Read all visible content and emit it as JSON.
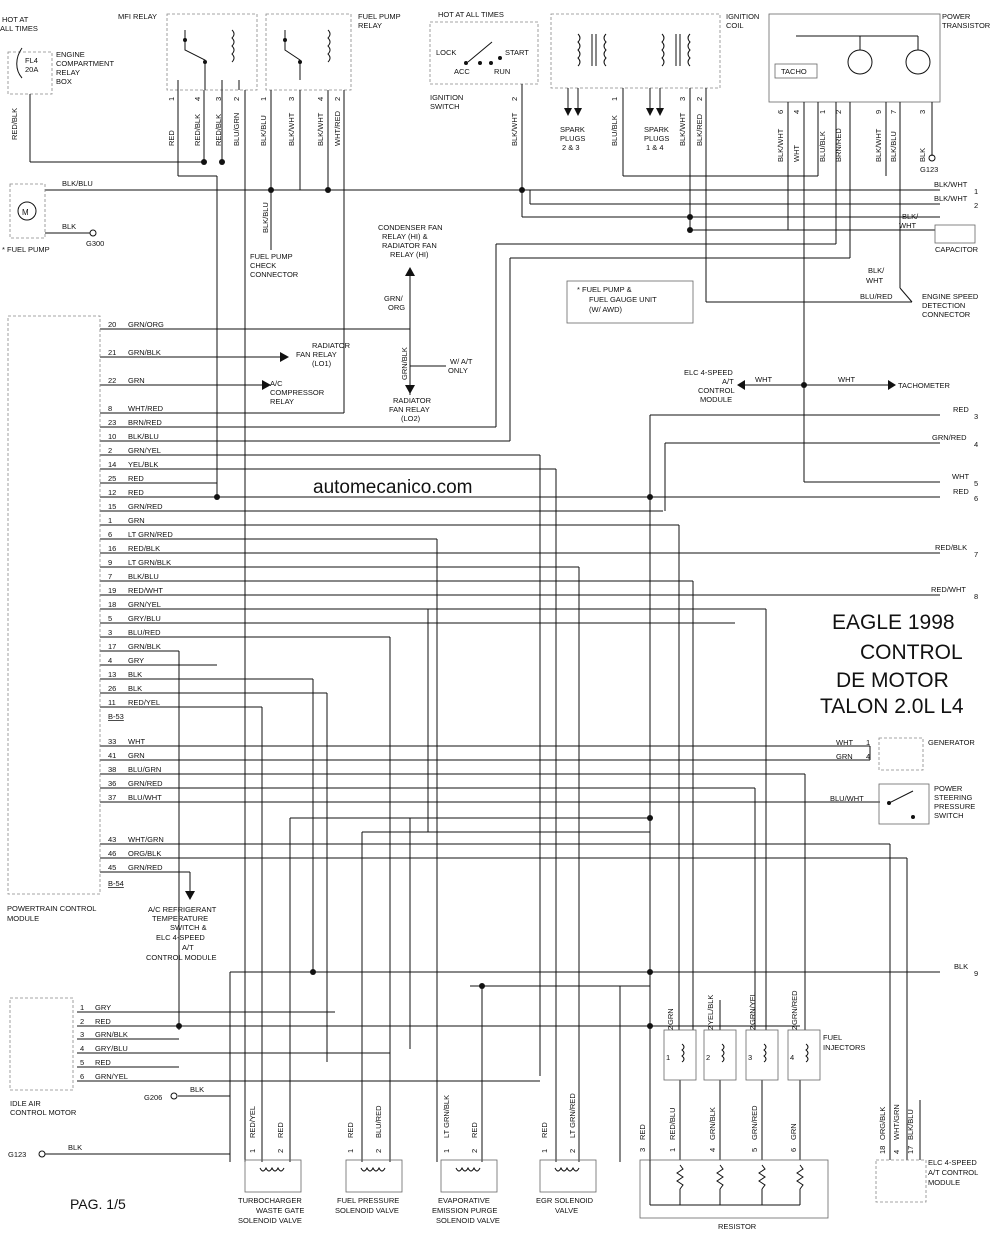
{
  "watermark": "automecanico.com",
  "title": {
    "line1": "EAGLE 1998",
    "line2": "CONTROL",
    "line3": "DE MOTOR",
    "line4": "TALON 2.0L L4"
  },
  "page_label": "PAG. 1/5",
  "components": {
    "hot_at_all_times": "HOT AT ALL TIMES",
    "hot_at": "HOT AT",
    "all_times": "ALL TIMES",
    "fuse_name": "FL4",
    "fuse_rating": "20A",
    "relay_box": [
      "ENGINE",
      "COMPARTMENT",
      "RELAY",
      "BOX"
    ],
    "mfi_relay": "MFI RELAY",
    "fuel_pump_relay": [
      "FUEL PUMP",
      "RELAY"
    ],
    "ignition_switch": [
      "IGNITION",
      "SWITCH"
    ],
    "switch_positions": {
      "lock": "LOCK",
      "acc": "ACC",
      "start": "START",
      "run": "RUN"
    },
    "ignition_coil": [
      "IGNITION",
      "COIL"
    ],
    "power_transistor": [
      "POWER",
      "TRANSISTOR"
    ],
    "tacho": "TACHO",
    "spark_plugs_23": [
      "SPARK",
      "PLUGS",
      "2 & 3"
    ],
    "spark_plugs_14": [
      "SPARK",
      "PLUGS",
      "1 & 4"
    ],
    "g123": "G123",
    "g300": "G300",
    "g206": "G206",
    "motor_symbol": "M",
    "fuel_pump": "* FUEL PUMP",
    "fuel_pump_check": [
      "FUEL PUMP",
      "CHECK",
      "CONNECTOR"
    ],
    "condenser_fan": [
      "CONDENSER FAN",
      "RELAY (HI) &",
      "RADIATOR FAN",
      "RELAY (HI)"
    ],
    "w_at_only": [
      "W/ A/T",
      "ONLY"
    ],
    "radiator_fan_lo2": [
      "RADIATOR",
      "FAN RELAY",
      "(LO2)"
    ],
    "radiator_fan_lo1": [
      "RADIATOR",
      "FAN RELAY",
      "(LO1)"
    ],
    "ac_compressor": [
      "A/C",
      "COMPRESSOR",
      "RELAY"
    ],
    "footnote": [
      "* FUEL PUMP &",
      "FUEL GAUGE UNIT",
      "(W/ AWD)"
    ],
    "elc_module_top": [
      "ELC 4-SPEED",
      "A/T",
      "CONTROL",
      "MODULE"
    ],
    "tachometer": "TACHOMETER",
    "capacitor": "CAPACITOR",
    "engine_speed_conn": [
      "ENGINE SPEED",
      "DETECTION",
      "CONNECTOR"
    ],
    "pcm": [
      "POWERTRAIN CONTROL",
      "MODULE"
    ],
    "b53": "B-53",
    "b54": "B-54",
    "ac_refrig": [
      "A/C REFRIGERANT",
      "TEMPERATURE",
      "SWITCH &",
      "ELC 4-SPEED",
      "A/T",
      "CONTROL MODULE"
    ],
    "generator": "GENERATOR",
    "ps_switch": [
      "POWER",
      "STEERING",
      "PRESSURE",
      "SWITCH"
    ],
    "iac_motor": [
      "IDLE AIR",
      "CONTROL MOTOR"
    ],
    "fuel_injectors": [
      "FUEL",
      "INJECTORS"
    ],
    "injector_numbers": [
      "1",
      "2",
      "3",
      "4"
    ],
    "resistor": "RESISTOR",
    "turbo_valve": [
      "TURBOCHARGER",
      "WASTE GATE",
      "SOLENOID VALVE"
    ],
    "fuel_pressure_valve": [
      "FUEL PRESSURE",
      "SOLENOID VALVE"
    ],
    "evap_valve": [
      "EVAPORATIVE",
      "EMISSION PURGE",
      "SOLENOID VALVE"
    ],
    "egr_valve": [
      "EGR SOLENOID",
      "VALVE"
    ],
    "elc_module_bottom": [
      "ELC 4-SPEED",
      "A/T CONTROL",
      "MODULE"
    ]
  },
  "top_wires": {
    "mfi": [
      {
        "pin": "1",
        "color": "RED"
      },
      {
        "pin": "4",
        "color": "RED/BLK"
      },
      {
        "pin": "3",
        "color": "RED/BLK"
      },
      {
        "pin": "2",
        "color": "BLU/GRN"
      }
    ],
    "fuel_pump_relay": [
      {
        "pin": "1",
        "color": "BLK/BLU"
      },
      {
        "pin": "3",
        "color": "BLK/WHT"
      },
      {
        "pin": "4",
        "color": "BLK/WHT"
      },
      {
        "pin": "2",
        "color": "WHT/RED"
      }
    ],
    "switch": [
      {
        "pin": "2",
        "color": "BLK/WHT"
      }
    ],
    "coil": [
      {
        "pin": "1",
        "color": "BLU/BLK"
      },
      {
        "pin": "3",
        "color": "BLK/WHT"
      },
      {
        "pin": "2",
        "color": "BLK/RED"
      }
    ],
    "transistor": [
      {
        "pin": "6",
        "color": "BLK/WHT"
      },
      {
        "pin": "4",
        "color": "WHT"
      },
      {
        "pin": "1",
        "color": "BLU/BLK"
      },
      {
        "pin": "2",
        "color": "BRN/RED"
      },
      {
        "pin": "9",
        "color": "BLK/WHT"
      },
      {
        "pin": "7",
        "color": "BLK/BLU"
      },
      {
        "pin": "3",
        "color": "BLK"
      }
    ],
    "fuse_wire": "RED/BLK",
    "fuel_pump_check_wire": "BLK/BLU"
  },
  "horizontal_labels": {
    "blk_blu": "BLK/BLU",
    "blk": "BLK",
    "grn_org_v": [
      "GRN/",
      "ORG"
    ],
    "grn_blk_v": "GRN/BLK",
    "blk_wht_1": "BLK/WHT",
    "blk_wht_2": "BLK/WHT",
    "capacitor_wire": [
      "BLK/",
      "WHT"
    ],
    "esd_blk_wht": [
      "BLK/",
      "WHT"
    ],
    "esd_blu_red": "BLU/RED",
    "wht_left": "WHT",
    "wht_right": "WHT"
  },
  "right_edge": [
    {
      "color": "BLK/WHT",
      "ref": "1"
    },
    {
      "color": "BLK/WHT",
      "ref": "2"
    },
    {
      "color": "RED",
      "ref": "3"
    },
    {
      "color": "GRN/RED",
      "ref": "4"
    },
    {
      "color": "WHT",
      "ref": "5"
    },
    {
      "color": "RED",
      "ref": "6"
    },
    {
      "color": "RED/BLK",
      "ref": "7"
    },
    {
      "color": "RED/WHT",
      "ref": "8"
    },
    {
      "color": "BLK",
      "ref": "9"
    }
  ],
  "pcm_pins": [
    {
      "pin": "20",
      "color": "GRN/ORG"
    },
    {
      "pin": "21",
      "color": "GRN/BLK"
    },
    {
      "pin": "22",
      "color": "GRN"
    },
    {
      "pin": "8",
      "color": "WHT/RED"
    },
    {
      "pin": "23",
      "color": "BRN/RED"
    },
    {
      "pin": "10",
      "color": "BLK/BLU"
    },
    {
      "pin": "2",
      "color": "GRN/YEL"
    },
    {
      "pin": "14",
      "color": "YEL/BLK"
    },
    {
      "pin": "25",
      "color": "RED"
    },
    {
      "pin": "12",
      "color": "RED"
    },
    {
      "pin": "15",
      "color": "GRN/RED"
    },
    {
      "pin": "1",
      "color": "GRN"
    },
    {
      "pin": "6",
      "color": "LT GRN/RED"
    },
    {
      "pin": "16",
      "color": "RED/BLK"
    },
    {
      "pin": "9",
      "color": "LT GRN/BLK"
    },
    {
      "pin": "7",
      "color": "BLK/BLU"
    },
    {
      "pin": "19",
      "color": "RED/WHT"
    },
    {
      "pin": "18",
      "color": "GRN/YEL"
    },
    {
      "pin": "5",
      "color": "GRY/BLU"
    },
    {
      "pin": "3",
      "color": "BLU/RED"
    },
    {
      "pin": "17",
      "color": "GRN/BLK"
    },
    {
      "pin": "4",
      "color": "GRY"
    },
    {
      "pin": "13",
      "color": "BLK"
    },
    {
      "pin": "26",
      "color": "BLK"
    },
    {
      "pin": "11",
      "color": "RED/YEL"
    },
    {
      "pin": "33",
      "color": "WHT"
    },
    {
      "pin": "41",
      "color": "GRN"
    },
    {
      "pin": "38",
      "color": "BLU/GRN"
    },
    {
      "pin": "36",
      "color": "GRN/RED"
    },
    {
      "pin": "37",
      "color": "BLU/WHT"
    },
    {
      "pin": "43",
      "color": "WHT/GRN"
    },
    {
      "pin": "46",
      "color": "ORG/BLK"
    },
    {
      "pin": "45",
      "color": "GRN/RED"
    }
  ],
  "generator_pins": [
    {
      "pin": "1",
      "color": "WHT"
    },
    {
      "pin": "4",
      "color": "GRN"
    }
  ],
  "ps_pin": {
    "color": "BLU/WHT"
  },
  "iac_pins": [
    {
      "pin": "1",
      "color": "GRY"
    },
    {
      "pin": "2",
      "color": "RED"
    },
    {
      "pin": "3",
      "color": "GRN/BLK"
    },
    {
      "pin": "4",
      "color": "GRY/BLU"
    },
    {
      "pin": "5",
      "color": "RED"
    },
    {
      "pin": "6",
      "color": "GRN/YEL"
    }
  ],
  "g206_wire": "BLK",
  "g123_wire": "BLK",
  "injector_top_wires": [
    {
      "pin": "2",
      "color": "GRN"
    },
    {
      "pin": "2",
      "color": "YEL/BLK"
    },
    {
      "pin": "2",
      "color": "GRN/YEL"
    },
    {
      "pin": "2",
      "color": "GRN/RED"
    }
  ],
  "resistor_wires": [
    {
      "pin": "3",
      "color": "RED"
    },
    {
      "pin": "1",
      "color": "RED/BLU"
    },
    {
      "pin": "4",
      "color": "GRN/BLK"
    },
    {
      "pin": "5",
      "color": "GRN/RED"
    },
    {
      "pin": "6",
      "color": "GRN"
    }
  ],
  "valve_wires": [
    {
      "pin": "1",
      "color": "RED/YEL"
    },
    {
      "pin": "2",
      "color": "RED"
    },
    {
      "pin": "1",
      "color": "RED"
    },
    {
      "pin": "2",
      "color": "BLU/RED"
    },
    {
      "pin": "1",
      "color": "LT GRN/BLK"
    },
    {
      "pin": "2",
      "color": "RED"
    },
    {
      "pin": "1",
      "color": "RED"
    },
    {
      "pin": "2",
      "color": "LT GRN/RED"
    }
  ],
  "elc_bottom_wires": [
    {
      "pin": "18",
      "color": "ORG/BLK"
    },
    {
      "pin": "4",
      "color": "WHT/GRN"
    },
    {
      "pin": "17",
      "color": "BLK/BLU"
    }
  ]
}
